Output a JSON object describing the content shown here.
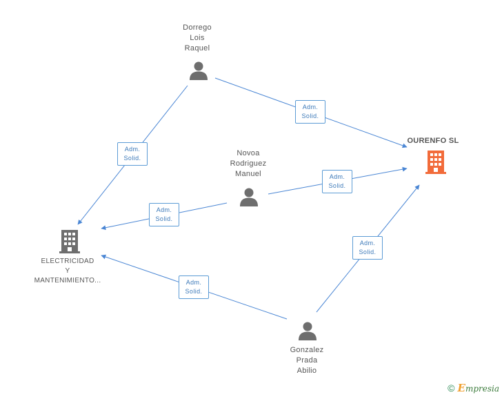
{
  "nodes": {
    "dorrego": {
      "lines": [
        "Dorrego",
        "Lois",
        "Raquel"
      ],
      "icon": "person-icon"
    },
    "novoa": {
      "lines": [
        "Novoa",
        "Rodriguez",
        "Manuel"
      ],
      "icon": "person-icon"
    },
    "gonzalez": {
      "lines": [
        "Gonzalez",
        "Prada",
        "Abilio"
      ],
      "icon": "person-icon"
    },
    "ourenfo": {
      "lines": [
        "OURENFO SL"
      ],
      "icon": "building-icon",
      "color": "#f26b3a"
    },
    "electricidad": {
      "lines": [
        "ELECTRICIDAD",
        "Y",
        "MANTENIMIENTO..."
      ],
      "icon": "building-icon",
      "color": "#6e6e6e"
    }
  },
  "edges": [
    {
      "from": "dorrego",
      "to": "ourenfo",
      "label": [
        "Adm.",
        "Solid."
      ]
    },
    {
      "from": "dorrego",
      "to": "electricidad",
      "label": [
        "Adm.",
        "Solid."
      ]
    },
    {
      "from": "novoa",
      "to": "ourenfo",
      "label": [
        "Adm.",
        "Solid."
      ]
    },
    {
      "from": "novoa",
      "to": "electricidad",
      "label": [
        "Adm.",
        "Solid."
      ]
    },
    {
      "from": "gonzalez",
      "to": "ourenfo",
      "label": [
        "Adm.",
        "Solid."
      ]
    },
    {
      "from": "gonzalez",
      "to": "electricidad",
      "label": [
        "Adm.",
        "Solid."
      ]
    }
  ],
  "colors": {
    "edge": "#4a86d4",
    "person": "#6e6e6e"
  },
  "footer": {
    "copyright": "©",
    "brand_initial": "E",
    "brand_rest": "mpresia"
  }
}
